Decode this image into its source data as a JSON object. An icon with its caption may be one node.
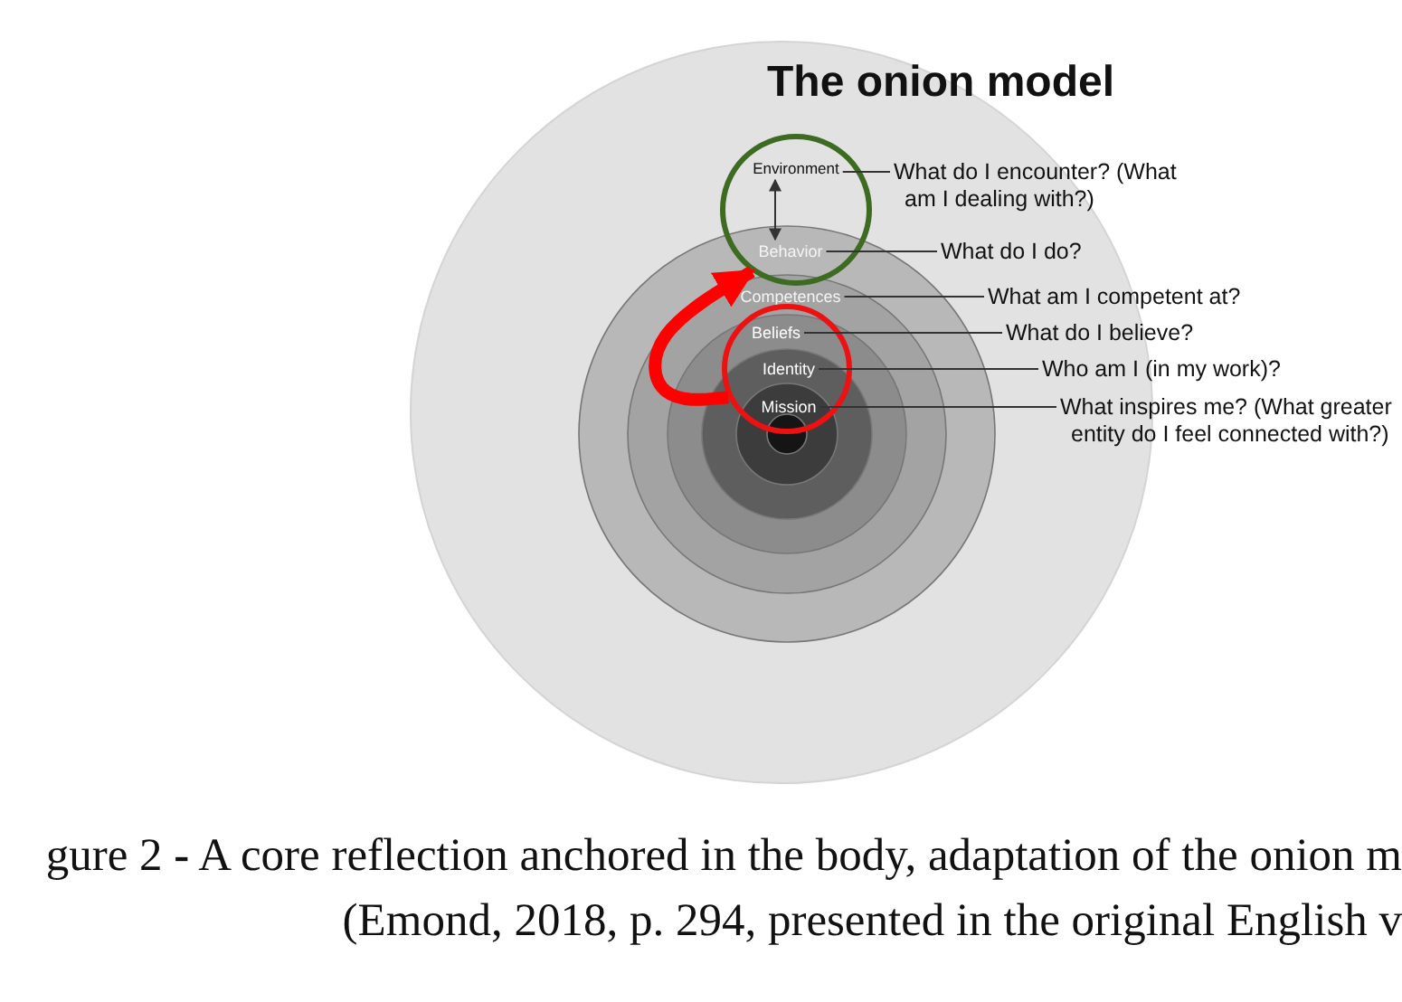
{
  "diagram": {
    "title": "The onion model",
    "caption": "gure 2 **-** A core reflection anchored in the body, adaptation of the onion m (Emond, 2018, p. 294, presented in the original English v",
    "nodes": [
      {
        "text": [],
        "shape": "circle"
      },
      {
        "text": [
          "Environment"
        ],
        "in": 0
      },
      {
        "text": [
          "What do I encounter? (What am I dealing with?)"
        ]
      },
      {
        "text": [
          "Behavior"
        ],
        "in": 0
      },
      {
        "text": [
          "What do I do?"
        ]
      },
      {
        "text": [
          "Competences"
        ]
      },
      {
        "text": [
          "What am I competent at?"
        ]
      },
      {
        "text": [],
        "shape": "circle"
      },
      {
        "text": [
          "Beliefs"
        ],
        "in": 7
      },
      {
        "text": [
          "What do I believe?"
        ]
      },
      {
        "text": [
          "Identity"
        ],
        "in": 7
      },
      {
        "text": [
          "Who am I (in my work)?"
        ]
      },
      {
        "text": [
          "Mission"
        ],
        "in": 7
      },
      {
        "text": [
          "What inspires me? (What greater entity do I feel connected with?)"
        ]
      }
    ],
    "edges": [
      {
        "from": 2,
        "to": 1,
        "arrow": "none"
      },
      {
        "from": 1,
        "to": 3,
        "arrow": "both"
      },
      {
        "from": 4,
        "to": 3,
        "arrow": "none"
      },
      {
        "from": 6,
        "to": 5,
        "arrow": "none"
      },
      {
        "from": 9,
        "to": 8,
        "arrow": "none"
      },
      {
        "from": 11,
        "to": 10,
        "arrow": "none"
      },
      {
        "from": 13,
        "to": 12,
        "arrow": "none"
      },
      {
        "from": 7,
        "to": 0,
        "arrow": "to",
        "style": "thick",
        "color": "#ff0000"
      }
    ]
  }
}
